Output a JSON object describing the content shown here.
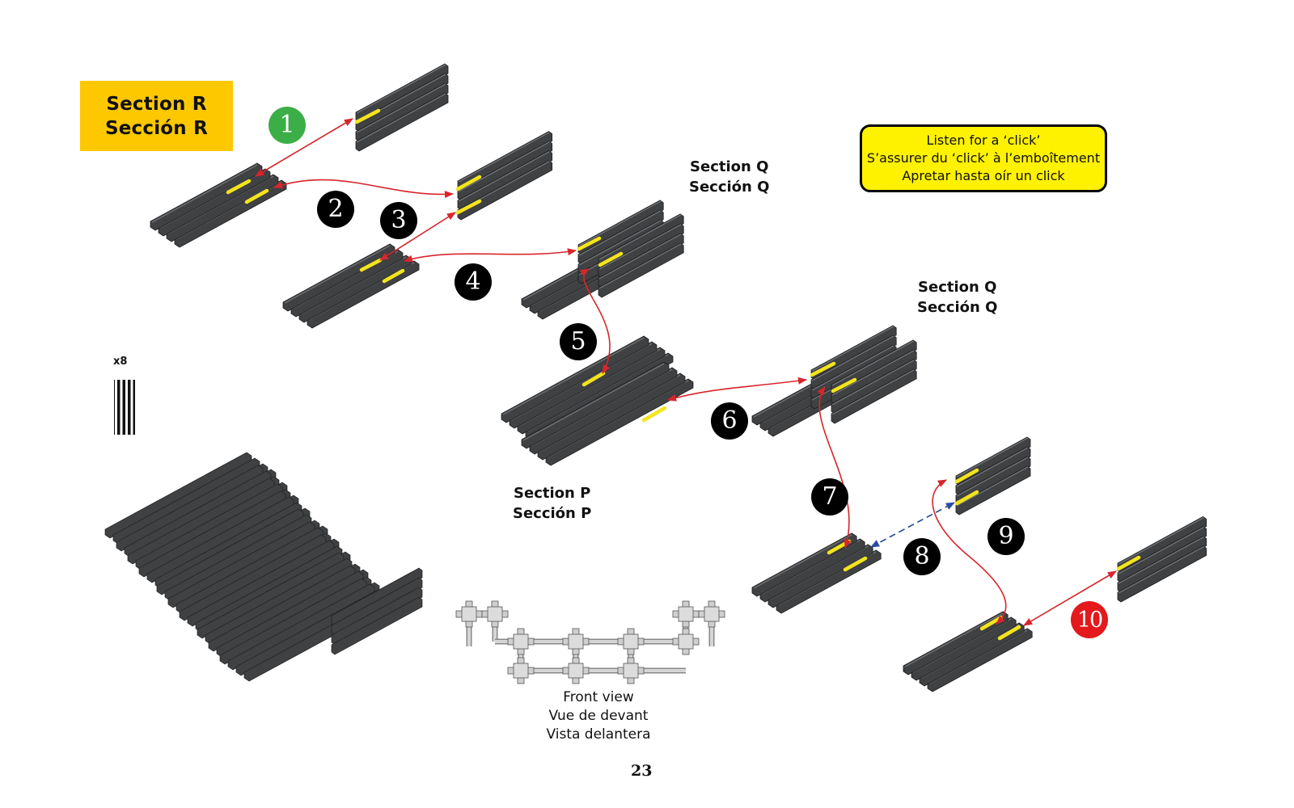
{
  "page": {
    "number": "23",
    "section_title": {
      "en": "Section R",
      "es": "Sección R"
    },
    "note": {
      "lines": [
        "Listen for a ‘click’",
        "S’assurer du ‘click’ à l’emboîtement",
        "Apretar hasta oír un click"
      ]
    },
    "section_labels": [
      {
        "id": "q-upper",
        "en": "Section Q",
        "es": "Sección Q"
      },
      {
        "id": "q-lower",
        "en": "Section Q",
        "es": "Sección Q"
      },
      {
        "id": "p",
        "en": "Section P",
        "es": "Sección P"
      }
    ],
    "quantity": "x8",
    "front_view": {
      "lines": [
        "Front view",
        "Vue de devant",
        "Vista delantera"
      ]
    },
    "steps": [
      {
        "n": "1",
        "style": "green"
      },
      {
        "n": "2",
        "style": "black"
      },
      {
        "n": "3",
        "style": "black"
      },
      {
        "n": "4",
        "style": "black"
      },
      {
        "n": "5",
        "style": "black"
      },
      {
        "n": "6",
        "style": "black"
      },
      {
        "n": "7",
        "style": "black"
      },
      {
        "n": "8",
        "style": "black"
      },
      {
        "n": "9",
        "style": "black"
      },
      {
        "n": "10",
        "style": "red"
      }
    ],
    "colors": {
      "section_box": "#fdc800",
      "note_box": "#fff200",
      "part_dark": "#3f4143",
      "highlight": "#f4e41c",
      "arrow_red": "#d7262b",
      "arrow_blue": "#2a4da0",
      "step_green": "#3cae48",
      "step_red": "#e3191c"
    }
  }
}
